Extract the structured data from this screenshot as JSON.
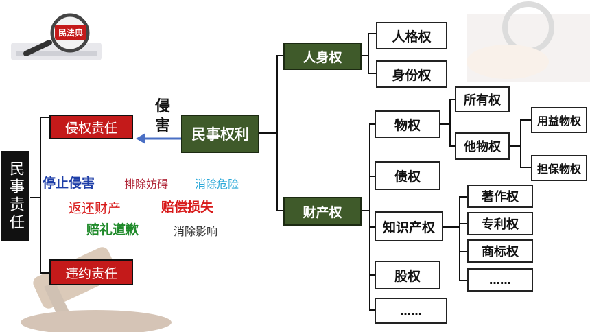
{
  "logo": {
    "text": "民法典"
  },
  "left": {
    "root": "民事责任",
    "tort": "侵权责任",
    "contract": "违约责任",
    "remedies": [
      {
        "text": "停止侵害",
        "color": "#1f3fa8"
      },
      {
        "text": "排除妨碍",
        "color": "#b0283a"
      },
      {
        "text": "消除危险",
        "color": "#2aa8d8"
      },
      {
        "text": "返还财产",
        "color": "#d81a1a"
      },
      {
        "text": "赔偿损失",
        "color": "#d81a1a"
      },
      {
        "text": "赔礼道歉",
        "color": "#1f8a2a"
      },
      {
        "text": "消除影响",
        "color": "#333333"
      }
    ]
  },
  "infringe": "侵害",
  "center": "民事权利",
  "personal": {
    "label": "人身权",
    "children": [
      "人格权",
      "身份权"
    ]
  },
  "property": {
    "label": "财产权",
    "real": {
      "label": "物权",
      "ownership": "所有权",
      "other": {
        "label": "他物权",
        "children": [
          "用益物权",
          "担保物权"
        ]
      }
    },
    "debt": "债权",
    "ip": {
      "label": "知识产权",
      "children": [
        "著作权",
        "专利权",
        "商标权",
        "……"
      ]
    },
    "equity": "股权",
    "more": "……"
  },
  "colors": {
    "green": "#3f5a2a",
    "red": "#c41a1a",
    "arrow": "#4a6fc4"
  }
}
